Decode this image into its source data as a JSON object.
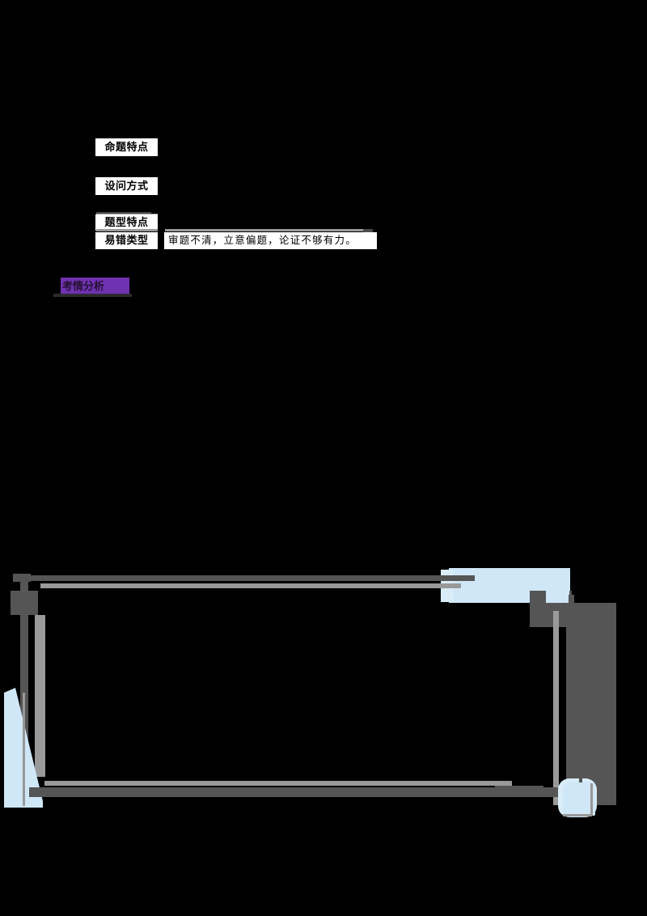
{
  "document": {
    "background_color": "#000000",
    "table": {
      "rows": [
        {
          "label": "命题特点",
          "value": ""
        },
        {
          "label": "设问方式",
          "value": ""
        },
        {
          "label": "题型特点",
          "value": ""
        },
        {
          "label": "易错类型",
          "value": "审题不清，立意偏题，论证不够有力。"
        }
      ]
    },
    "highlight": {
      "text": "考情分析",
      "color": "#6f32b0"
    },
    "decoration": {
      "name": "corner-frame-graphic",
      "line_color": "#555555",
      "line_color_light": "#999999",
      "accent_color": "#cfe7f7"
    }
  }
}
